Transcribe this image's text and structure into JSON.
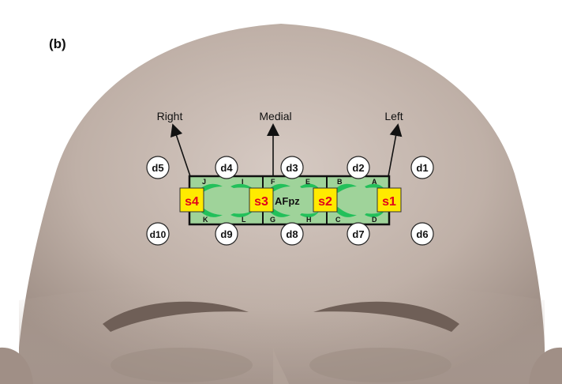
{
  "panel_label": "(b)",
  "directions": {
    "right": "Right",
    "medial": "Medial",
    "left": "Left"
  },
  "center_label": "AFpz",
  "sources": [
    "s1",
    "s2",
    "s3",
    "s4"
  ],
  "detectors": [
    "d1",
    "d2",
    "d3",
    "d4",
    "d5",
    "d6",
    "d7",
    "d8",
    "d9",
    "d10"
  ],
  "channels": [
    "A",
    "B",
    "C",
    "D",
    "E",
    "F",
    "G",
    "H",
    "I",
    "J",
    "K",
    "L"
  ],
  "colors": {
    "skin_light": "#cbbdb5",
    "skin_mid": "#b3a49b",
    "skin_dark": "#8c7c73",
    "probe_fill": "#a9d8a0",
    "channel_green": "#22c05a",
    "source_fill": "#ffea00",
    "source_text": "#e0001b",
    "outline": "#111111"
  }
}
